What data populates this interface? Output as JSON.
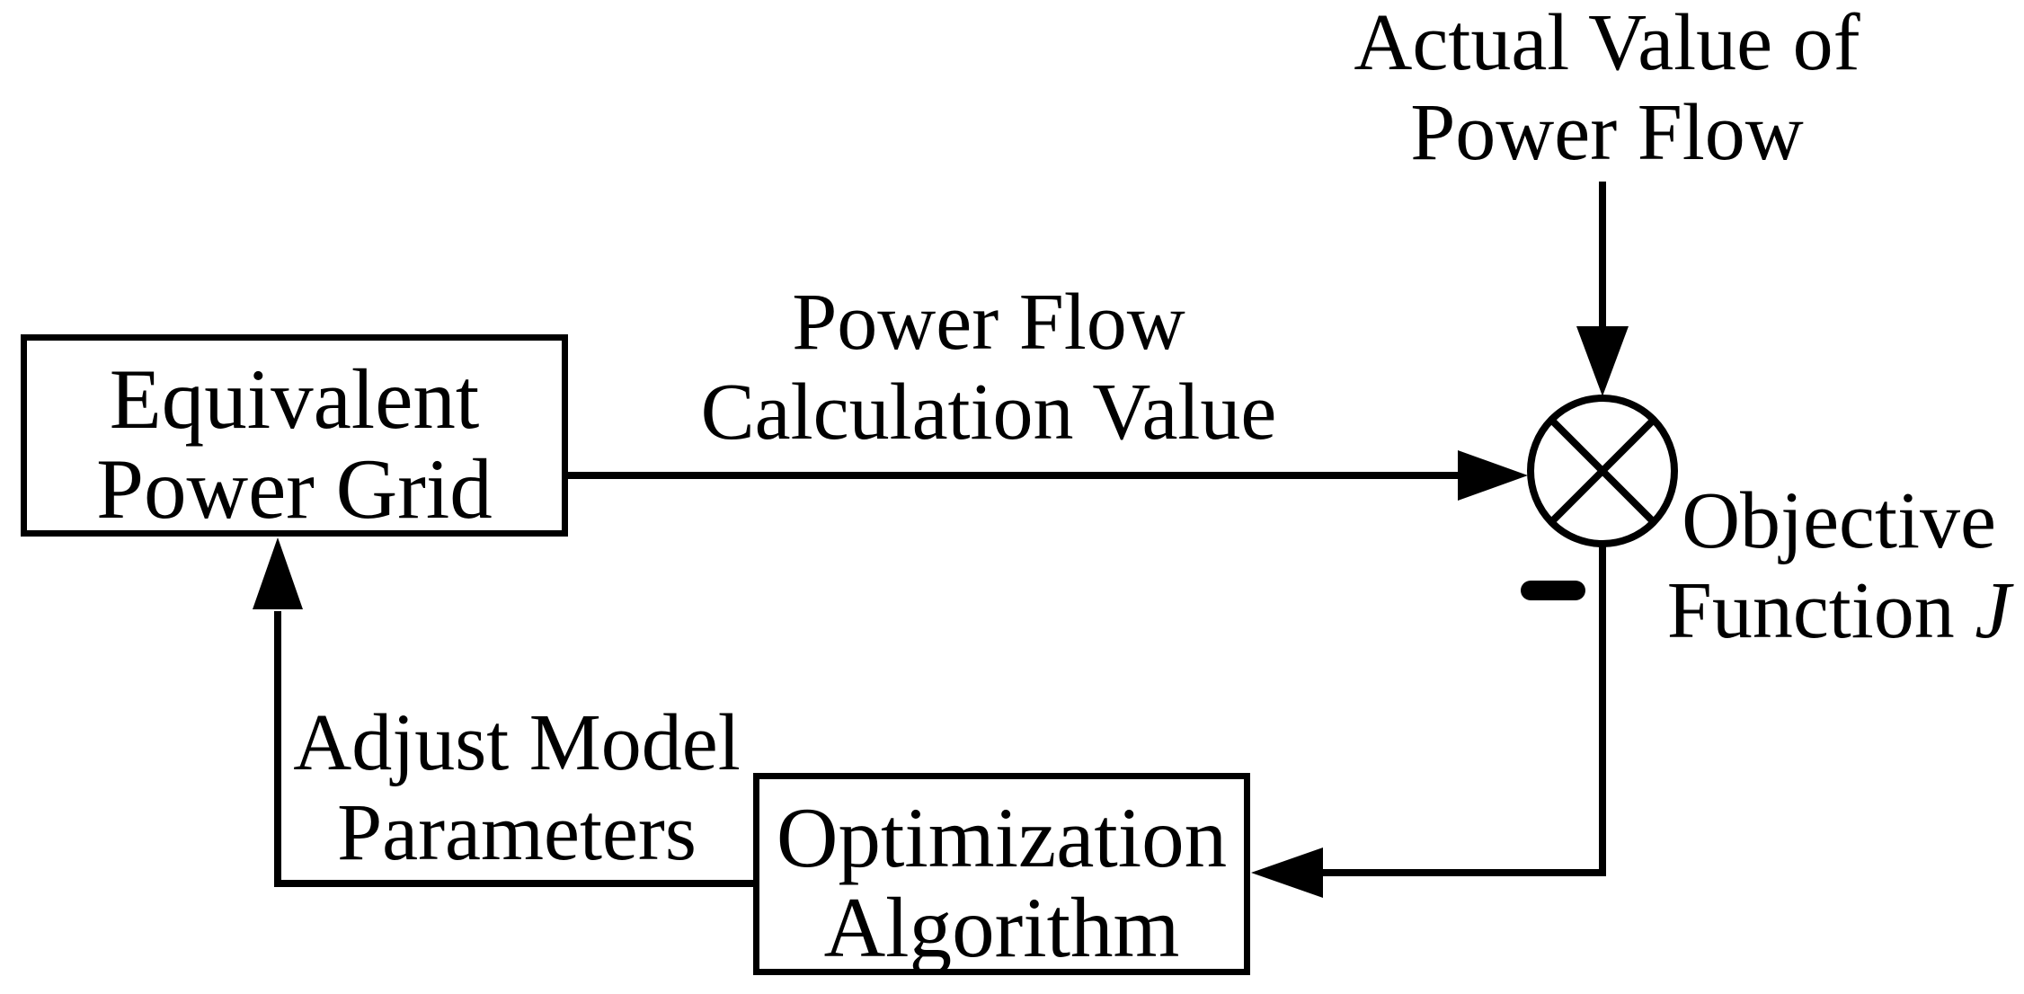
{
  "figure": {
    "type": "block-diagram",
    "topic": "power grid equivalent model optimization feedback loop",
    "colors": {
      "ink": "#000000",
      "background": "#ffffff"
    },
    "boxes": {
      "equivalent_power_grid": {
        "line1": "Equivalent",
        "line2": "Power Grid"
      },
      "optimization_algorithm": {
        "line1": "Optimization",
        "line2": "Algorithm"
      }
    },
    "labels": {
      "actual_value": {
        "line1": "Actual Value of",
        "line2": "Power Flow"
      },
      "calculation_value": {
        "line1": "Power Flow",
        "line2": "Calculation Value"
      },
      "adjust_parameters": {
        "line1": "Adjust Model",
        "line2": "Parameters"
      },
      "objective_function": {
        "line1": "Objective",
        "line2_prefix": "Function ",
        "line2_symbol": "J"
      }
    },
    "symbols": {
      "junction": "⊗",
      "minus_sign": "−"
    },
    "arrows": [
      "actual-value-into-junction-down",
      "grid-output-into-junction-right",
      "junction-feedback-into-optimization-left",
      "optimization-feedback-into-grid-up"
    ]
  }
}
